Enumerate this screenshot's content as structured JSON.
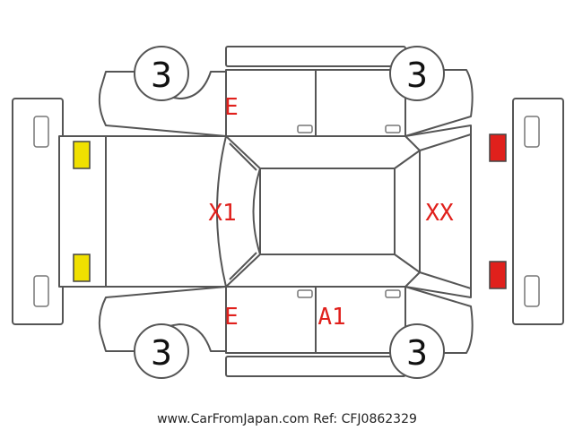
{
  "colors": {
    "damage_text": "#e0201c",
    "front_lamp": "#f0e000",
    "rear_lamp": "#e0201c"
  },
  "tires": {
    "front_left": "3",
    "rear_left": "3",
    "front_right": "3",
    "rear_right": "3"
  },
  "damage": {
    "left_front_door_top": "E",
    "windshield": "X1",
    "rear_window": "XX",
    "left_front_door_bottom": "E",
    "rear_door_bottom": "A1"
  },
  "watermark": "www.CarFromJapan.com Ref: CFJ0862329"
}
